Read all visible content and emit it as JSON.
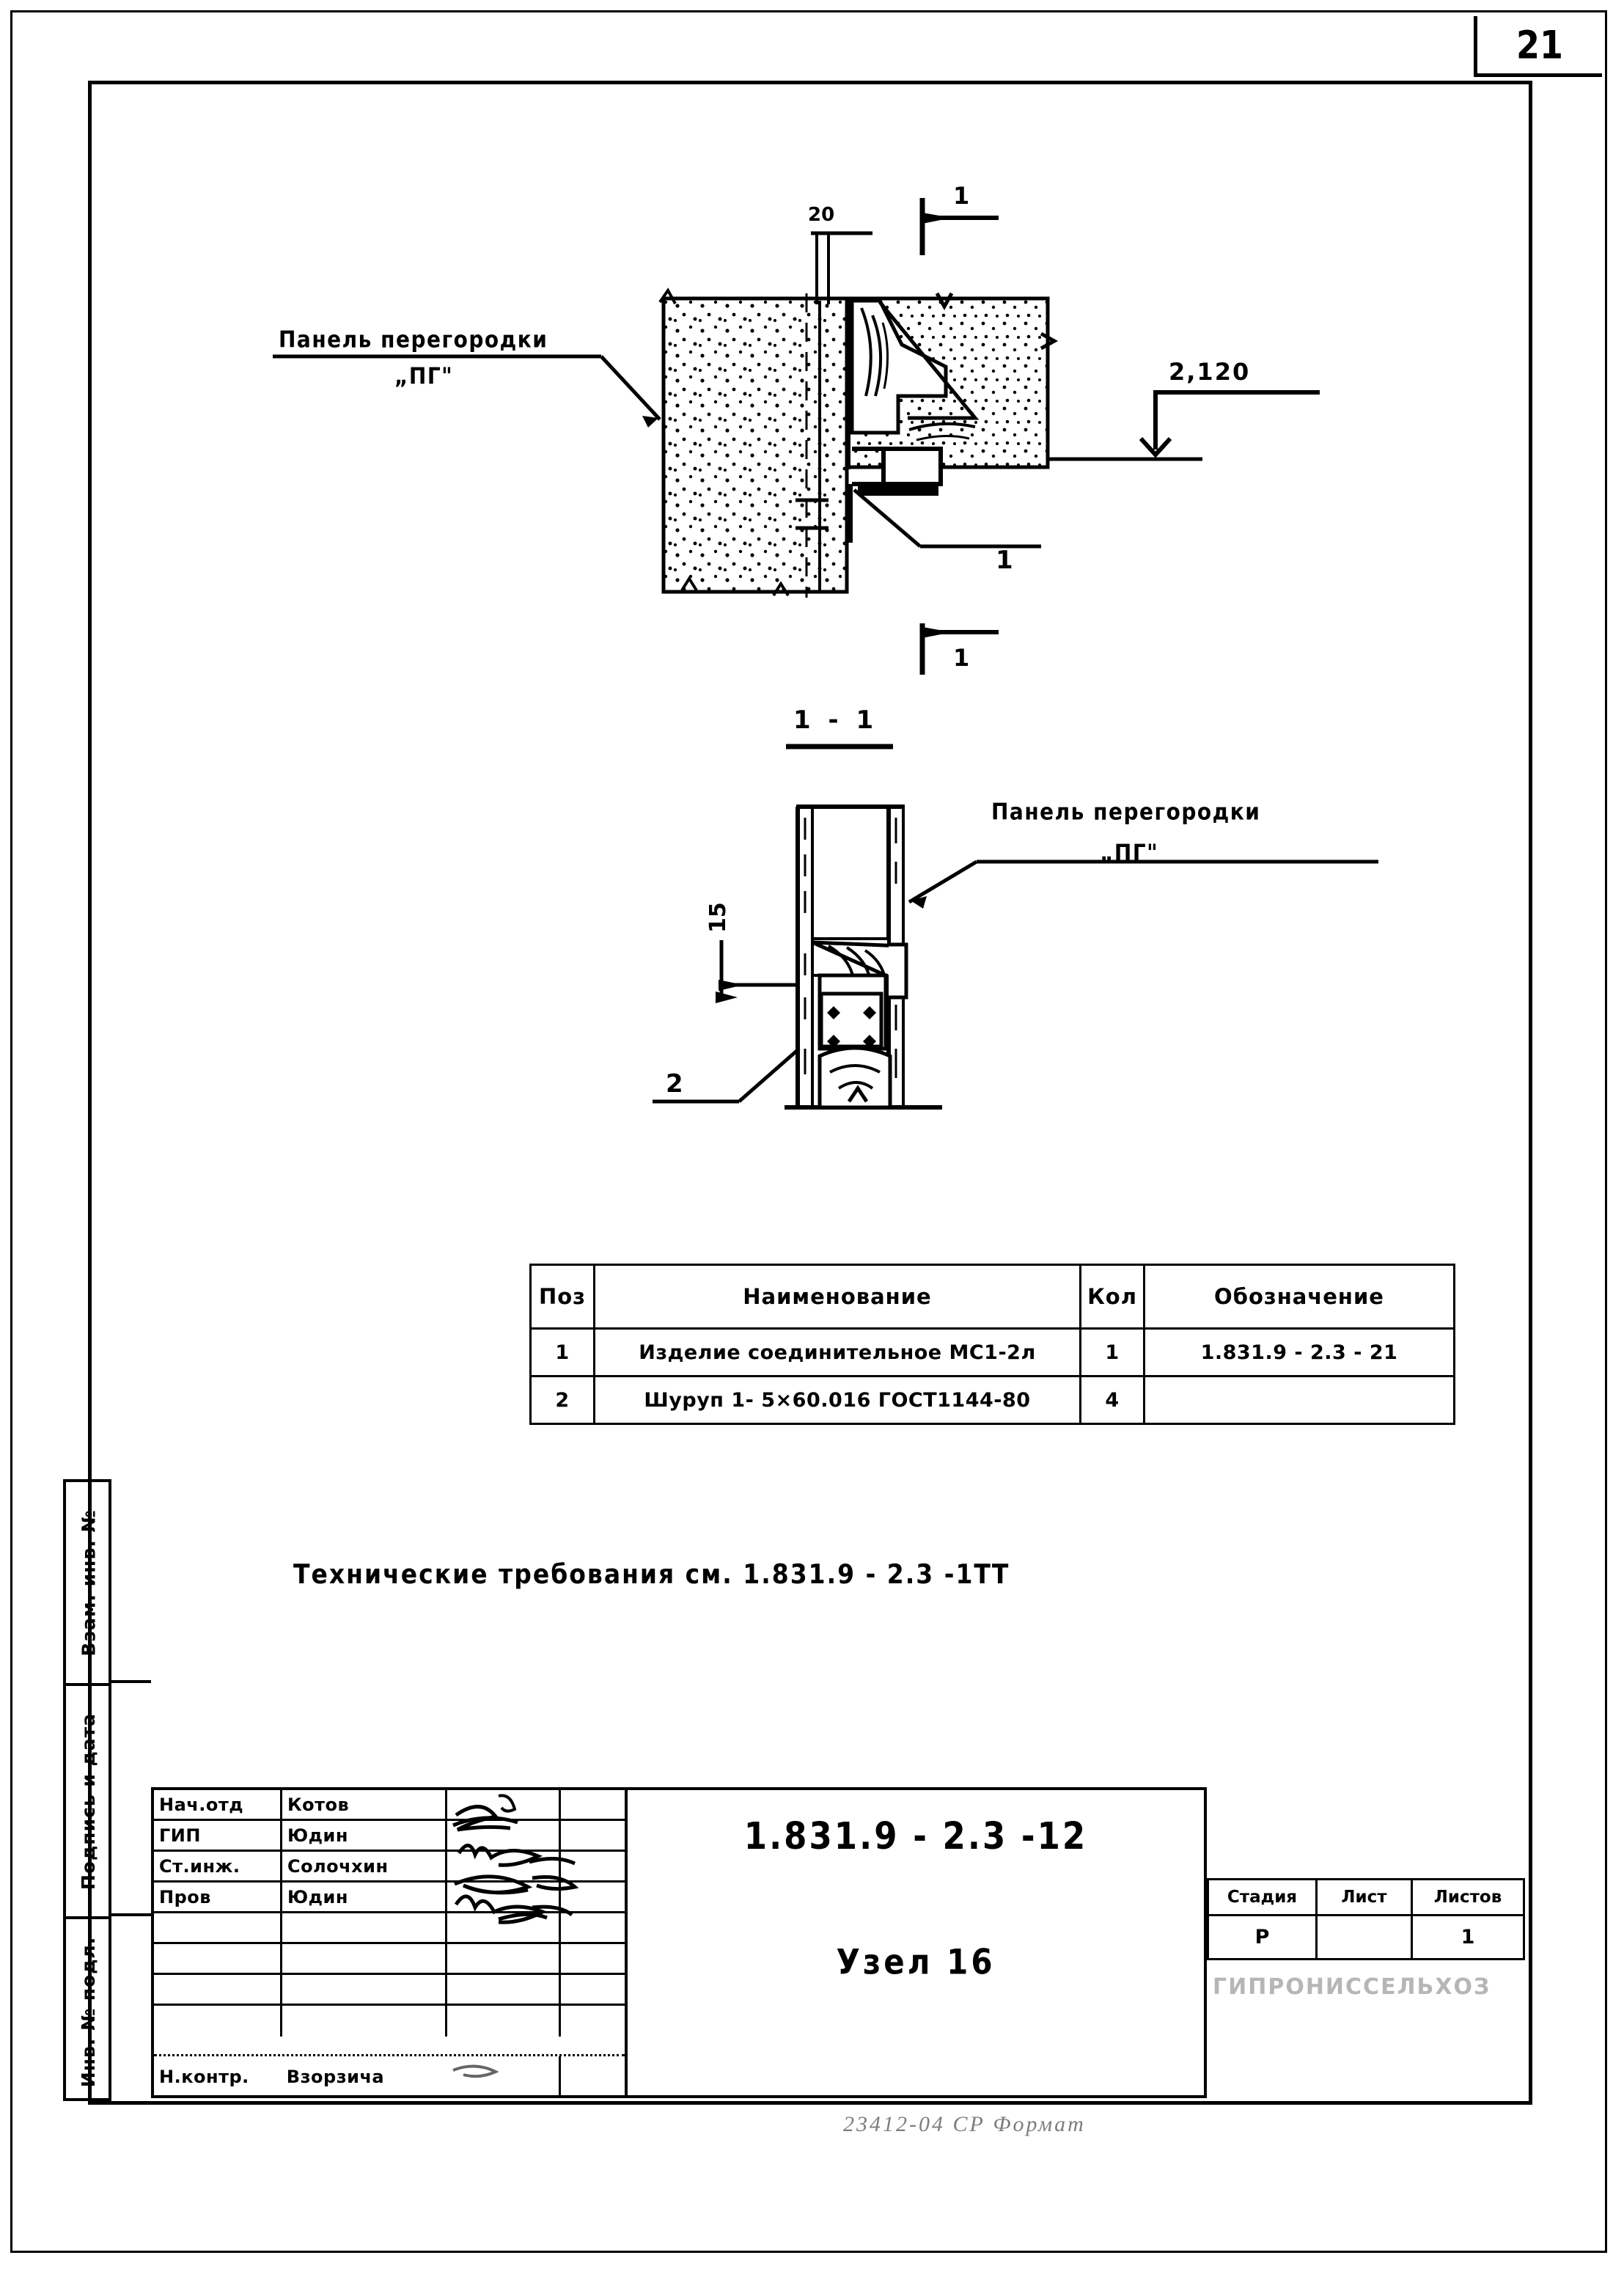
{
  "sheet": {
    "page_number": "21",
    "format_note": "23412-04  СР   Формат"
  },
  "drawing": {
    "detail_label_line1": "Панель перегородки",
    "detail_label_line2": "„ПГ\"",
    "detail_label2_line1": "Панель перегородки",
    "detail_label2_line2": "„ПГ\"",
    "dim_top": "20",
    "dim_section": "15",
    "elevation_mark": "2,120",
    "section_marker_top": "1",
    "section_marker_bottom": "1",
    "section_title": "1 - 1",
    "callout_1": "1",
    "callout_2": "2"
  },
  "spec_table": {
    "headers": [
      "Поз",
      "Наименование",
      "Кол",
      "Обозначение"
    ],
    "rows": [
      {
        "pos": "1",
        "name": "Изделие  соединительное МС1-2л",
        "qty": "1",
        "designation": "1.831.9 - 2.3 - 21"
      },
      {
        "pos": "2",
        "name": "Шуруп 1- 5×60.016 ГОСТ1144-80",
        "qty": "4",
        "designation": ""
      }
    ]
  },
  "tech_note": "Технические требования см. 1.831.9 - 2.3 -1ТТ",
  "left_margin": {
    "labels": [
      "Взам. инв. №",
      "Подпись и дата",
      "Инв. № подл."
    ]
  },
  "title_block": {
    "rows": [
      {
        "role": "Нач.отд",
        "name": "Котов",
        "signature": "Kотов",
        "date": ""
      },
      {
        "role": "ГИП",
        "name": "Юдин",
        "signature": "Юдин",
        "date": ""
      },
      {
        "role": "Ст.инж.",
        "name": "Солочхин",
        "signature": "Сол",
        "date": ""
      },
      {
        "role": "Пров",
        "name": "Юдин",
        "signature": "Юдин",
        "date": ""
      },
      {
        "role": "",
        "name": "",
        "signature": "",
        "date": ""
      },
      {
        "role": "",
        "name": "",
        "signature": "",
        "date": ""
      },
      {
        "role": "",
        "name": "",
        "signature": "",
        "date": ""
      },
      {
        "role": "Н.контр.",
        "name": "Взорзича",
        "signature": "кв",
        "date": ""
      }
    ],
    "document_code": "1.831.9 - 2.3 -12",
    "document_name": "Узел 16",
    "stage_headers": [
      "Стадия",
      "Лист",
      "Листов"
    ],
    "stage_value": "Р",
    "sheet_value": "",
    "sheets_total": "1",
    "organization": "ГИПРОНИССЕЛЬХОЗ"
  }
}
